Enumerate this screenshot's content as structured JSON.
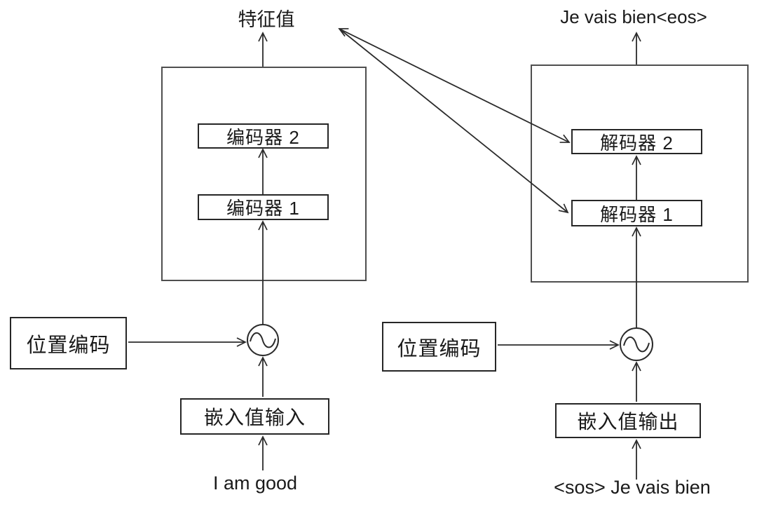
{
  "diagram": {
    "title_hint": "transformer-encoder-decoder",
    "colors": {
      "line": "#2b2b2b",
      "outer_box_border": "#4f4f4f",
      "inner_box_border": "#262626",
      "background": "#ffffff",
      "text": "#1a1a1a"
    },
    "encoder": {
      "output_label": "特征值",
      "layers": [
        "编码器 2",
        "编码器 1"
      ],
      "positional_encoding_label": "位置编码",
      "embedding_label": "嵌入值输入",
      "input_label": "I am good"
    },
    "decoder": {
      "output_label": "Je vais bien<eos>",
      "layers": [
        "解码器 2",
        "解码器 1"
      ],
      "positional_encoding_label": "位置编码",
      "embedding_label": "嵌入值输出",
      "input_label": "<sos> Je vais bien"
    },
    "icons": {
      "positional_encoding_symbol": "sine-wave-in-circle"
    }
  }
}
